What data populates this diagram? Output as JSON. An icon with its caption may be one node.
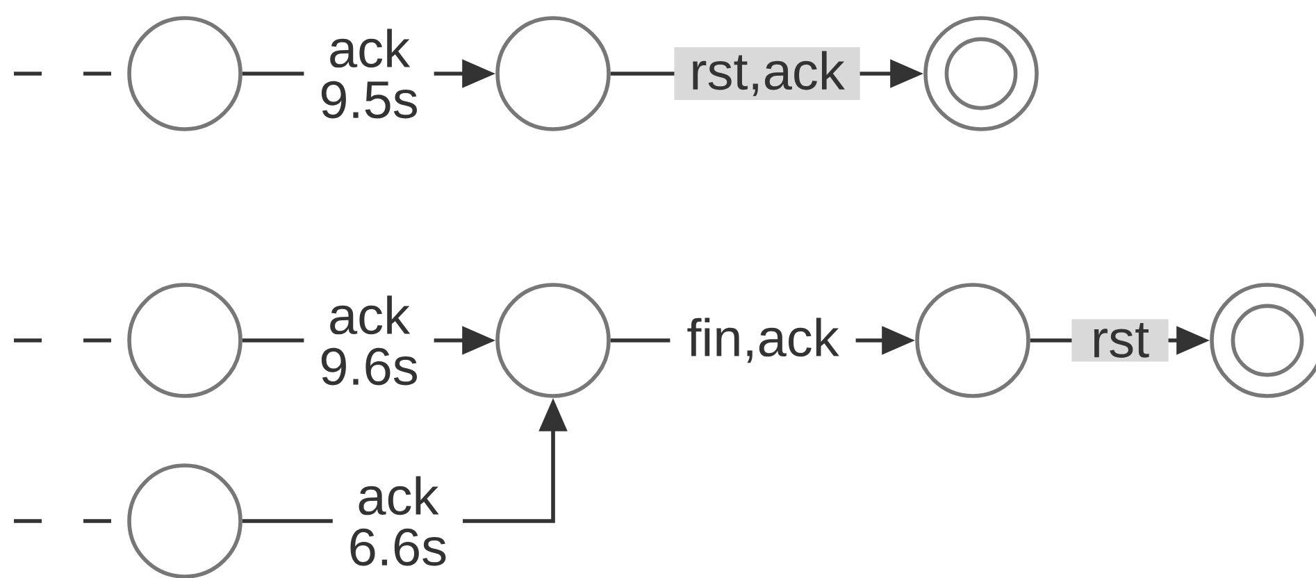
{
  "diagram": {
    "nodes": [
      {
        "text": [],
        "shape": "circle"
      },
      {
        "text": [],
        "shape": "circle"
      },
      {
        "text": [],
        "shape": "double-circle"
      },
      {
        "text": [],
        "shape": "circle"
      },
      {
        "text": [],
        "shape": "circle"
      },
      {
        "text": [],
        "shape": "circle"
      },
      {
        "text": [],
        "shape": "double-circle"
      },
      {
        "text": [],
        "shape": "circle"
      }
    ],
    "edges": [
      {
        "from": null,
        "to": 0,
        "arrow": "none",
        "style": "dashed"
      },
      {
        "from": 0,
        "to": 1,
        "arrow": "to",
        "label": "ack 9.5s"
      },
      {
        "from": 1,
        "to": 2,
        "arrow": "to",
        "label": "rst,ack"
      },
      {
        "from": null,
        "to": 3,
        "arrow": "none",
        "style": "dashed"
      },
      {
        "from": 3,
        "to": 4,
        "arrow": "to",
        "label": "ack 9.6s"
      },
      {
        "from": 4,
        "to": 5,
        "arrow": "to",
        "label": "fin,ack"
      },
      {
        "from": 5,
        "to": 6,
        "arrow": "to",
        "label": "rst"
      },
      {
        "from": null,
        "to": 7,
        "arrow": "none",
        "style": "dashed"
      },
      {
        "from": 7,
        "to": 4,
        "arrow": "to",
        "label": "ack 6.6s"
      }
    ]
  }
}
